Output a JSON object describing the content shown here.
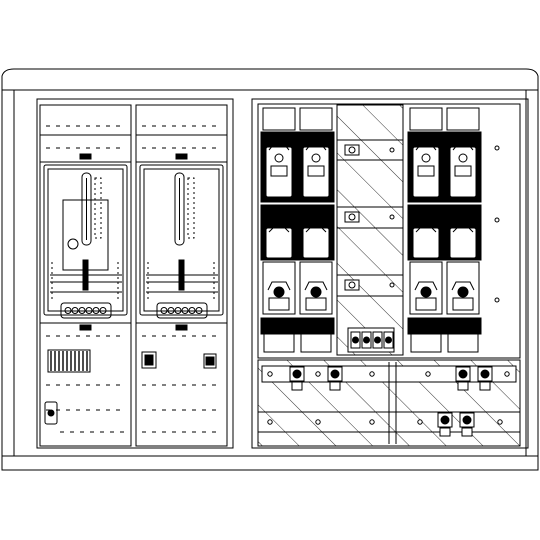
{
  "drawing": {
    "subject": "electrical-distribution-cabinet-front-view",
    "stroke_color": "#000000",
    "background_color": "#ffffff",
    "meter_panels": [
      {
        "id": "meter-panel-1",
        "has_dial": true
      },
      {
        "id": "meter-panel-2",
        "has_dial": false
      }
    ],
    "fuse_units": [
      {
        "id": "fuse-unit-1"
      },
      {
        "id": "fuse-unit-2"
      },
      {
        "id": "fuse-unit-3"
      },
      {
        "id": "fuse-unit-4"
      }
    ],
    "busbar_terminals_count": 4,
    "bottom_terminals_count": 6
  }
}
